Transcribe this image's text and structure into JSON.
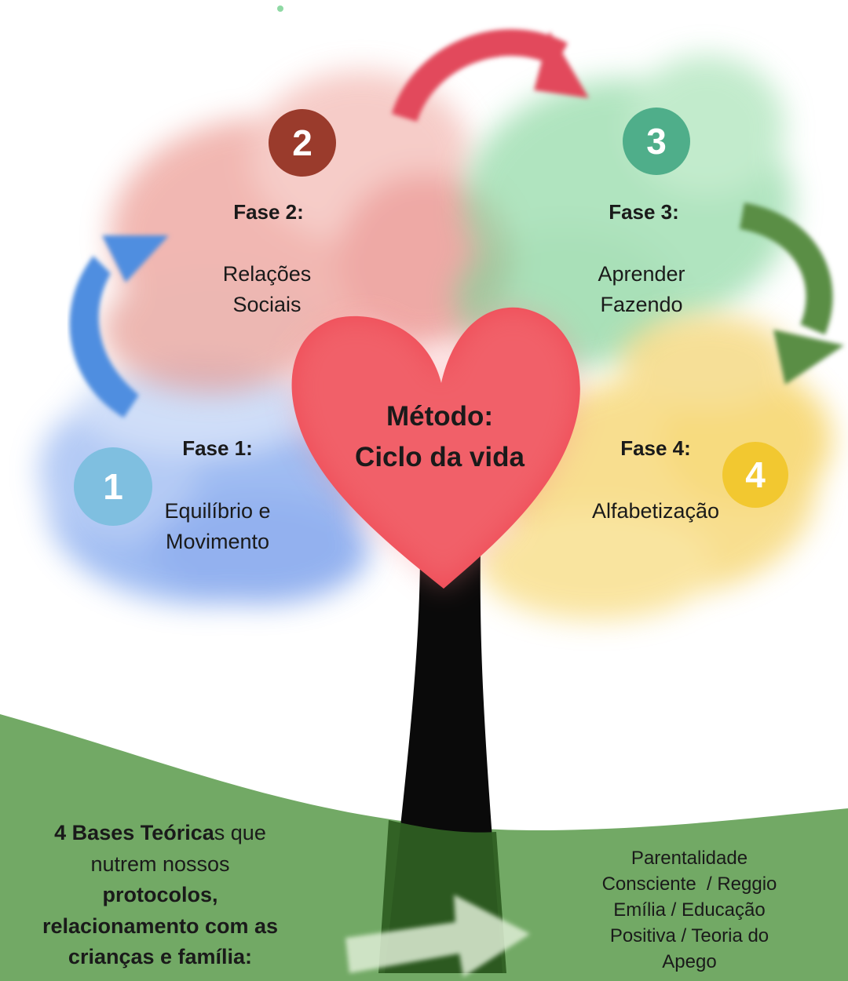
{
  "colors": {
    "phase1": "#7fbfe0",
    "phase2": "#9a3b2c",
    "phase3": "#4fae8a",
    "phase4": "#f2c830",
    "heart": "#ee4a55",
    "ground": "#72a965",
    "trunk": "#0a0a0a"
  },
  "phases": [
    {
      "number": "1",
      "title": "Fase 1:",
      "line1": "Equilíbrio e",
      "line2": "Movimento"
    },
    {
      "number": "2",
      "title": "Fase 2:",
      "line1": "Relações",
      "line2": "Sociais"
    },
    {
      "number": "3",
      "title": "Fase 3:",
      "line1": "Aprender",
      "line2": "Fazendo"
    },
    {
      "number": "4",
      "title": "Fase 4:",
      "line1": "Alfabetização"
    }
  ],
  "method": {
    "line1": "Método:",
    "line2": "Ciclo da vida"
  },
  "bases": {
    "bold1": "4 Bases Teórica",
    "normal1": "s que",
    "line2": "nutrem nossos",
    "line3": "protocolos,",
    "line4": "relacionamento com as",
    "line5": "crianças e família:"
  },
  "theories": [
    "Parentalidade",
    "Consciente  / Reggio",
    "Emília / Educação",
    "Positiva / Teoria do",
    "Apego"
  ]
}
